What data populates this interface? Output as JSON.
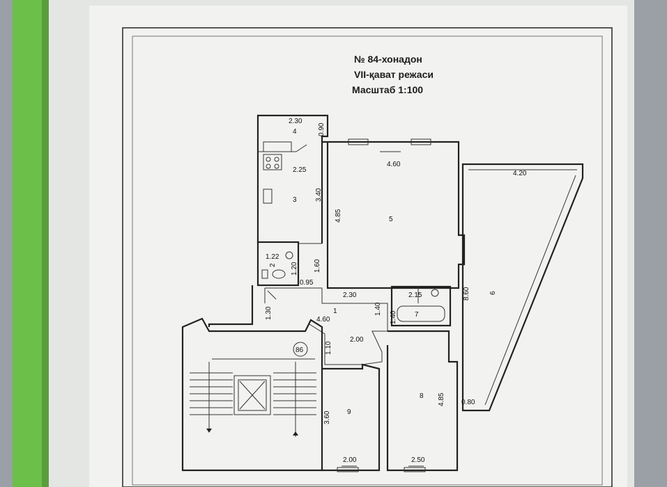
{
  "title": {
    "line1": "№ 84-хонадон",
    "line2": "VII-қават режаси",
    "line3": "Масштаб 1:100"
  },
  "stair_badge": "86",
  "rooms": {
    "r1": "1",
    "r2": "2",
    "r3": "3",
    "r4": "4",
    "r5": "5",
    "r6": "6",
    "r7": "7",
    "r8": "8",
    "r9": "9"
  },
  "dims": {
    "d_2_30_top": "2.30",
    "d_0_90": "0.90",
    "d_2_25": "2.25",
    "d_3_40": "3.40",
    "d_4_60_top": "4.60",
    "d_4_85_r5": "4.85",
    "d_4_20": "4.20",
    "d_1_22": "1.22",
    "d_1_20": "1.20",
    "d_1_60": "1.60",
    "d_0_95": "0.95",
    "d_2_30_hall": "2.30",
    "d_2_15": "2.15",
    "d_8_60": "8.60",
    "d_1_30": "1.30",
    "d_4_60_hall": "4.60",
    "d_1_40_a": "1.40",
    "d_1_40_b": "1.40",
    "d_2_00_hall": "2.00",
    "d_1_10": "1.10",
    "d_3_60": "3.60",
    "d_4_85_r8": "4.85",
    "d_0_80": "0.80",
    "d_2_00_r9": "2.00",
    "d_2_50": "2.50"
  }
}
